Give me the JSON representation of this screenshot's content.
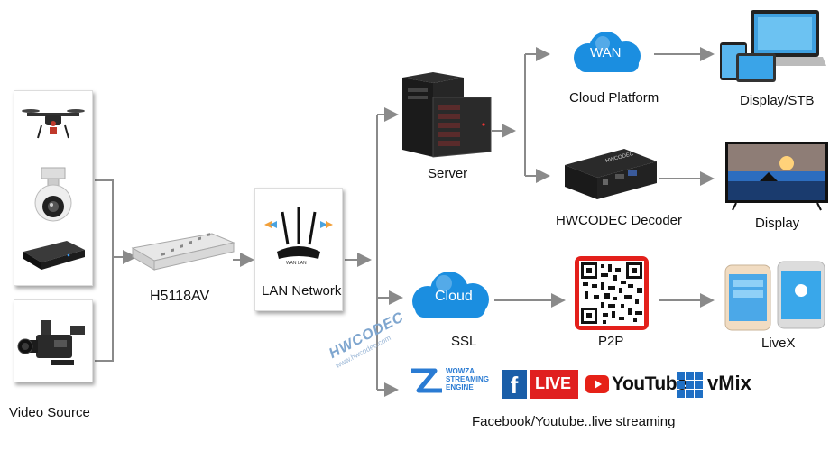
{
  "labels": {
    "video_source": "Video Source",
    "encoder": "H5118AV",
    "lan": "LAN Network",
    "server": "Server",
    "cloud_platform": "Cloud Platform",
    "display_stb": "Display/STB",
    "decoder": "HWCODEC Decoder",
    "display": "Display",
    "ssl": "SSL",
    "p2p": "P2P",
    "livex": "LiveX",
    "streaming": "Facebook/Youtube..live streaming"
  },
  "icon_text": {
    "wan": "WAN",
    "cloud": "Cloud",
    "router_ports": "WAN  LAN",
    "decoder_brand": "HWCODEC"
  },
  "watermark": {
    "brand": "HWCODEC",
    "url": "www.hwcodec.com"
  },
  "platforms": {
    "wowza_line1": "WOWZA",
    "wowza_line2": "STREAMING",
    "wowza_line3": "ENGINE",
    "live": "LIVE",
    "youtube": "YouTube",
    "vmix": "vMix"
  },
  "colors": {
    "arrow": "#8a8a8a",
    "cloud": "#1b8ee0",
    "qr_border": "#e3201b",
    "facebook": "#1a5ea8",
    "live": "#e02020",
    "youtube": "#e62117",
    "vmix_tile": "#1f6fc4",
    "wowza": "#2a7bd3"
  }
}
